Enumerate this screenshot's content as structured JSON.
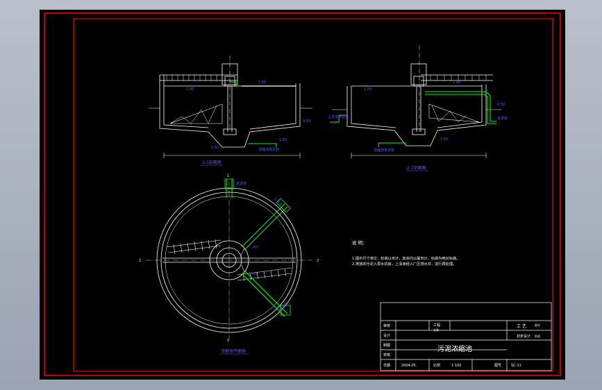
{
  "drawing": {
    "title": "污泥浓缩池",
    "notes_heading": "说 明：",
    "notes": [
      "1.图中尺寸单位：标高以米计，其余均以毫米计，标高为绝对标高。",
      "2.排放的污泥入泵水机房，上清液经入厂区排水井，进行再处理。"
    ],
    "section_1_label": "1-1剖面图",
    "section_2_label": "2-2剖面图",
    "plan_label": "浓缩池平面图",
    "plan_marks": {
      "top": "1",
      "bottom": "1",
      "left": "2",
      "right": "2"
    },
    "angle_labels": [
      "45°",
      "45°"
    ],
    "title_block": {
      "row1_left": "审核",
      "row2_left": "设计",
      "row3_left": "制图",
      "row4_left": "校核",
      "row5_left": "日期",
      "date_value": "2004.05.",
      "scale_label": "比例",
      "scale_value": "1:100",
      "drawing_no_label": "图号",
      "drawing_no_value": "SC-11",
      "mid_label_1": "工程",
      "mid_label_2": "名称",
      "craft_label": "工 艺",
      "craft_sub": "部分",
      "stage_label": "初步设计",
      "stage_sub": "阶段"
    },
    "colors": {
      "background": "#000000",
      "border": "#ff0000",
      "lines": "#ffffff",
      "pipe": "#00ff00",
      "annotation": "#5a5aff",
      "yellow": "#ffff00",
      "green_dim": "#4dd24d"
    }
  }
}
